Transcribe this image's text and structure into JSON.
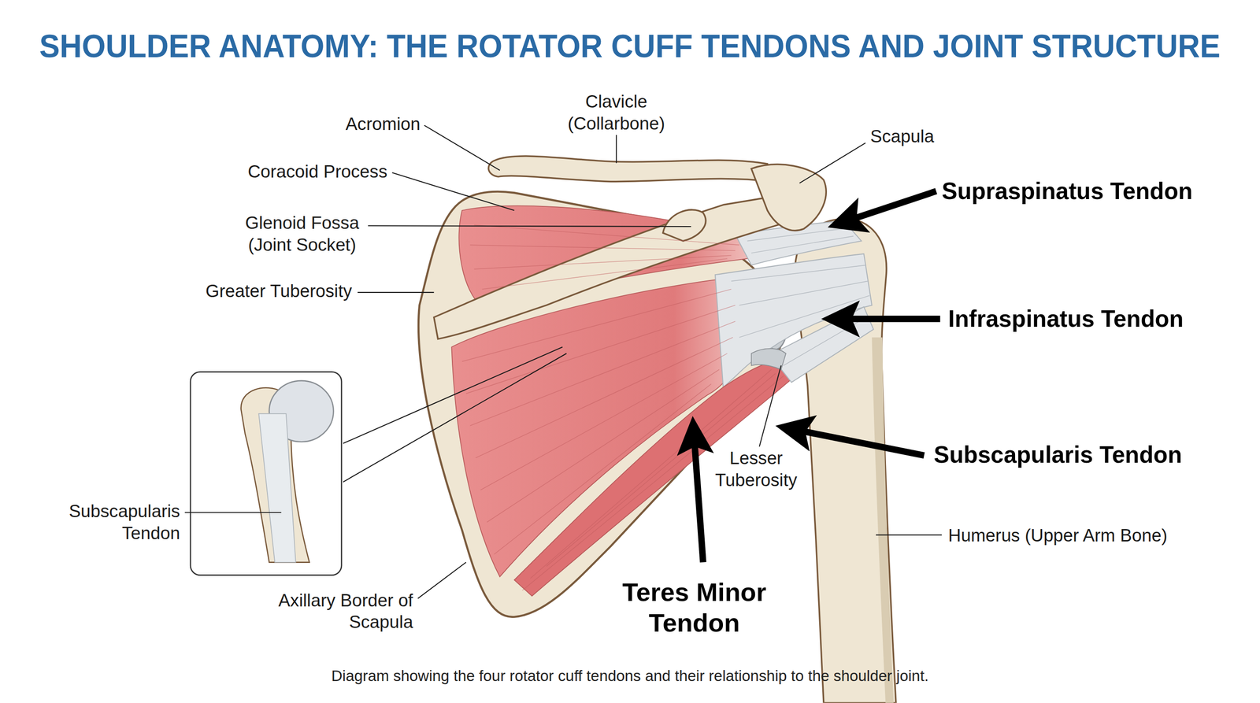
{
  "diagram": {
    "title": "SHOULDER ANATOMY: THE ROTATOR CUFF TENDONS AND JOINT STRUCTURE",
    "caption": "Diagram showing the four rotator cuff tendons and their relationship to the shoulder joint.",
    "labels": [
      "Clavicle (Collarbone)",
      "Acromion",
      "Scapula",
      "Coracoid Process",
      "Supraspinatus Tendon",
      "Glenoid Fossa (Joint Socket)",
      "Greater Tuberosity",
      "Infraspinatus Tendon",
      "Subscapularis Tendon",
      "Lesser Tuberosity",
      "Subscapularis Tendon",
      "Humerus (Upper Arm Bone)",
      "Teres Minor Tendon",
      "Axillary Border of Scapula"
    ]
  }
}
